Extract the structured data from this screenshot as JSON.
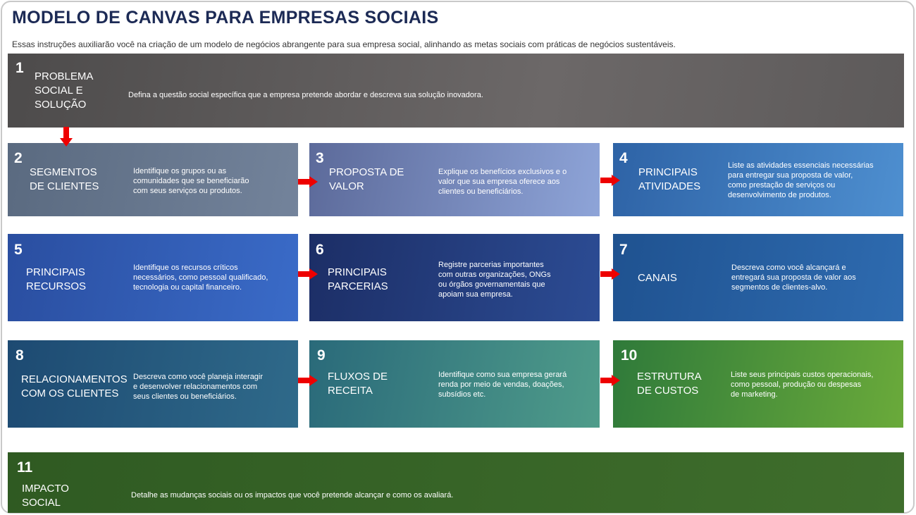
{
  "header": {
    "title": "MODELO DE CANVAS PARA EMPRESAS SOCIAIS",
    "subtitle": "Essas instruções auxiliarão você na criação de um modelo de negócios abrangente para sua empresa social, alinhando as metas sociais com práticas de negócios sustentáveis."
  },
  "colors": {
    "title": "#1c2a55",
    "arrow": "#ee0000"
  },
  "blocks": [
    {
      "num": "1",
      "label_lines": [
        "PROBLEMA",
        "SOCIAL E",
        "SOLUÇÃO"
      ],
      "desc_lines": [
        "Defina a questão social específica que a empresa pretende abordar e descreva sua solução inovadora."
      ]
    },
    {
      "num": "2",
      "label_lines": [
        "SEGMENTOS",
        "DE CLIENTES"
      ],
      "desc_lines": [
        "Identifique os grupos ou as",
        "comunidades que se beneficiarão",
        "com seus serviços ou produtos."
      ]
    },
    {
      "num": "3",
      "label_lines": [
        "PROPOSTA DE",
        "VALOR"
      ],
      "desc_lines": [
        "Explique os benefícios exclusivos e o",
        "valor que sua empresa oferece aos",
        "clientes ou beneficiários."
      ]
    },
    {
      "num": "4",
      "label_lines": [
        "PRINCIPAIS",
        "ATIVIDADES"
      ],
      "desc_lines": [
        "Liste as atividades essenciais necessárias",
        "para entregar sua proposta de valor,",
        "como prestação de serviços ou",
        "desenvolvimento de produtos."
      ]
    },
    {
      "num": "5",
      "label_lines": [
        "PRINCIPAIS",
        "RECURSOS"
      ],
      "desc_lines": [
        "Identifique os recursos críticos",
        "necessários, como pessoal qualificado,",
        "tecnologia ou capital financeiro."
      ]
    },
    {
      "num": "6",
      "label_lines": [
        "PRINCIPAIS",
        "PARCERIAS"
      ],
      "desc_lines": [
        "Registre parcerias importantes",
        "com outras organizações, ONGs",
        "ou órgãos governamentais que",
        "apoiam sua empresa."
      ]
    },
    {
      "num": "7",
      "label_lines": [
        "CANAIS"
      ],
      "desc_lines": [
        "Descreva como você alcançará e",
        "entregará sua proposta de valor aos",
        "segmentos de clientes-alvo."
      ]
    },
    {
      "num": "8",
      "label_lines": [
        "RELACIONAMENTOS",
        "COM OS CLIENTES"
      ],
      "desc_lines": [
        "Descreva como você planeja interagir",
        "e desenvolver relacionamentos com",
        "seus clientes ou beneficiários."
      ]
    },
    {
      "num": "9",
      "label_lines": [
        "FLUXOS DE",
        "RECEITA"
      ],
      "desc_lines": [
        "Identifique como sua empresa gerará",
        "renda por meio de vendas, doações,",
        "subsídios etc."
      ]
    },
    {
      "num": "10",
      "label_lines": [
        "ESTRUTURA",
        "DE CUSTOS"
      ],
      "desc_lines": [
        "Liste seus principais custos operacionais,",
        "como pessoal, produção ou despesas",
        "de marketing."
      ]
    },
    {
      "num": "11",
      "label_lines": [
        "IMPACTO",
        "SOCIAL"
      ],
      "desc_lines": [
        "Detalhe as mudanças sociais ou os impactos que você pretende alcançar e como os avaliará."
      ]
    }
  ]
}
